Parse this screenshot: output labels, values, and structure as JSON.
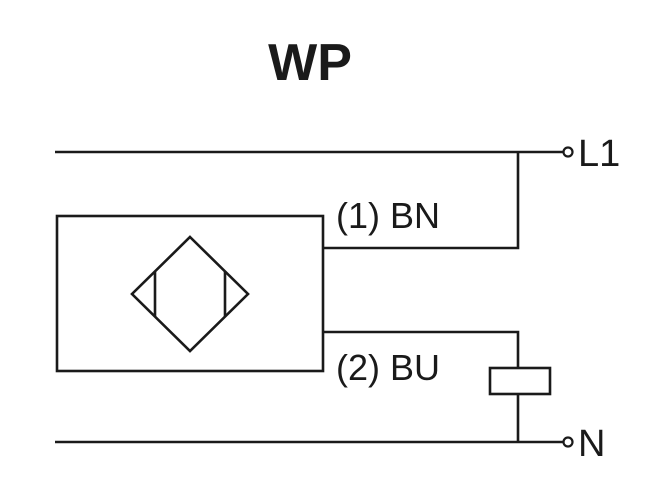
{
  "title": "WP",
  "wires": {
    "brown": {
      "label": "(1) BN"
    },
    "blue": {
      "label": "(2) BU"
    }
  },
  "terminals": {
    "line": {
      "label": "L1"
    },
    "neutral": {
      "label": "N"
    }
  },
  "sensor": {
    "symbol_icon": "inductive-proximity-sensor-icon"
  },
  "load": {
    "symbol_icon": "load-icon"
  },
  "colors": {
    "ink": "#1a1a1a",
    "background": "#ffffff"
  }
}
